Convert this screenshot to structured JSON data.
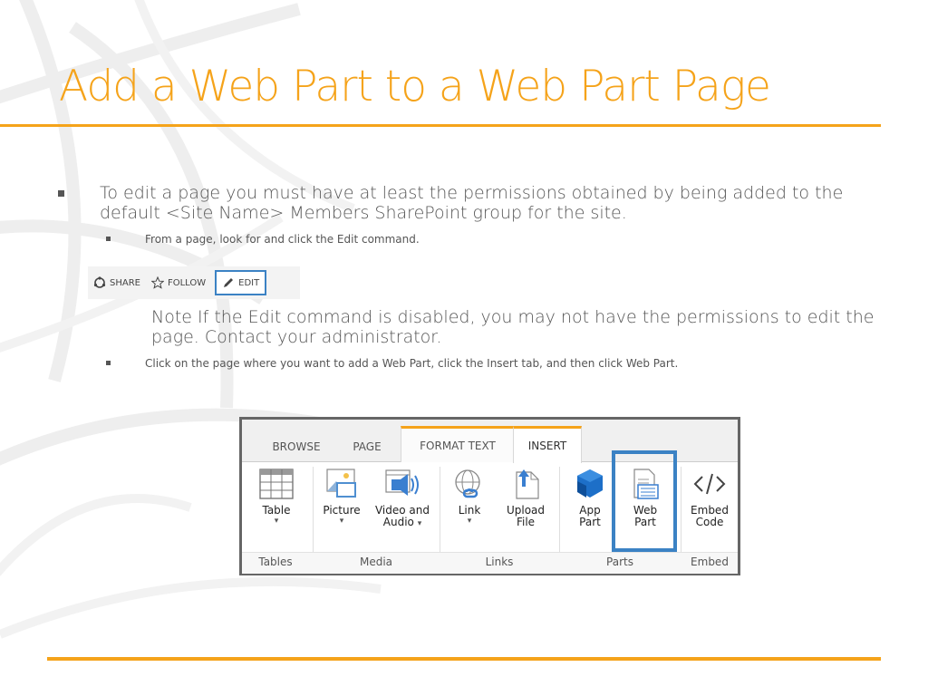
{
  "slide": {
    "title": "Add a Web Part to a Web Part Page",
    "bullet1": "To edit a page you must have at least the permissions obtained by being added to the default <Site Name> Members SharePoint group for the site.",
    "sub1": "From a page, look for and click the Edit command.",
    "note": "Note    If the Edit command is disabled, you may not have the permissions to edit the page. Contact your administrator.",
    "sub2": "Click on the page where you want to add a Web Part, click the Insert tab, and then click Web Part."
  },
  "commandbar": {
    "share": "SHARE",
    "follow": "FOLLOW",
    "edit": "EDIT"
  },
  "ribbon": {
    "tabs": [
      "BROWSE",
      "PAGE",
      "FORMAT TEXT",
      "INSERT"
    ],
    "buttons": {
      "table": "Table",
      "picture": "Picture",
      "video1": "Video and",
      "video2": "Audio",
      "link": "Link",
      "upload1": "Upload",
      "upload2": "File",
      "app1": "App",
      "app2": "Part",
      "web1": "Web",
      "web2": "Part",
      "embed1": "Embed",
      "embed2": "Code"
    },
    "groups": [
      "Tables",
      "Media",
      "Links",
      "Parts",
      "Embed"
    ]
  },
  "colors": {
    "accent": "#f5a31a",
    "highlight": "#3b82c4"
  }
}
